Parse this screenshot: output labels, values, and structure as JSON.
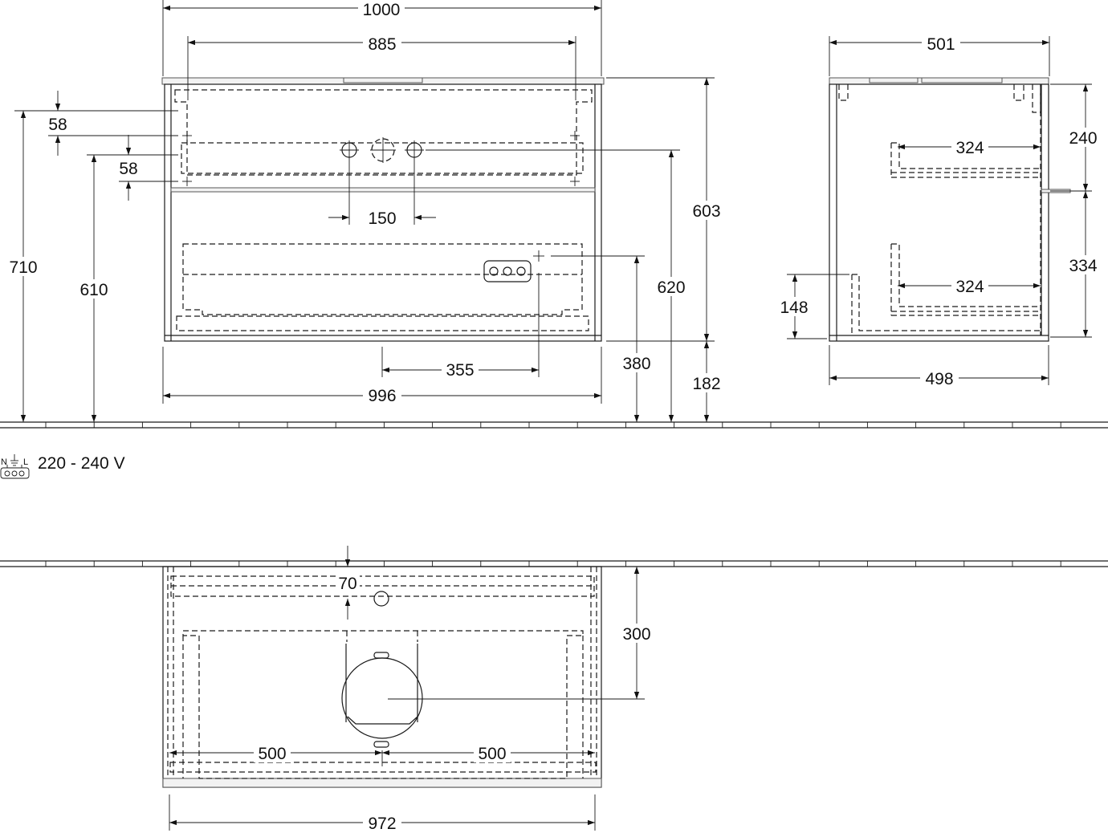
{
  "dimensions": {
    "width_total": "1000",
    "width_inner": "885",
    "depth_top": "501",
    "offset_upper": "58",
    "offset_lower": "58",
    "tap_spacing": "150",
    "height_total": "710",
    "height_floor": "610",
    "height_right": "603",
    "height_pipe": "620",
    "height_socket": "380",
    "height_leg": "182",
    "socket_offset": "355",
    "width_front": "996",
    "shelf_upper": "324",
    "shelf_lower": "324",
    "side_upper": "240",
    "side_lower": "334",
    "side_low": "148",
    "depth_bottom": "498",
    "wall_offset": "70",
    "plan_depth": "300",
    "plan_left": "500",
    "plan_right": "500",
    "plan_width": "972"
  },
  "electrical": {
    "voltage": "220 - 240 V",
    "symbol_labels": {
      "n": "N",
      "l": "L"
    }
  }
}
